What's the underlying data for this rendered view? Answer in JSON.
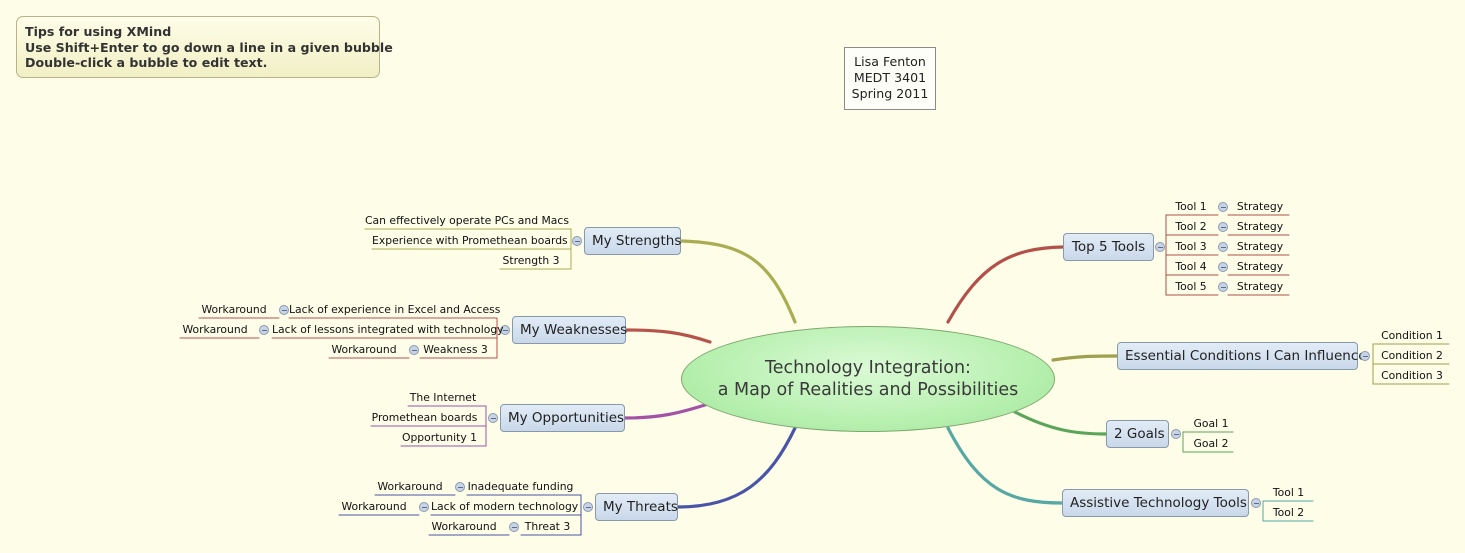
{
  "tips": {
    "line1": "Tips for using XMind",
    "line2": "Use Shift+Enter to go down a line in a given bubble",
    "line3": "Double-click a bubble to edit text."
  },
  "author": {
    "name": "Lisa Fenton",
    "course": "MEDT 3401",
    "term": "Spring 2011"
  },
  "central": {
    "line1": "Technology Integration:",
    "line2": "a Map of Realities and Possibilities"
  },
  "branches": {
    "strengths": {
      "label": "My Strengths",
      "items": [
        "Can effectively operate PCs and Macs",
        "Experience with Promethean boards",
        "Strength 3"
      ]
    },
    "weaknesses": {
      "label": "My Weaknesses",
      "items": [
        "Lack of experience in Excel and Access",
        "Lack of lessons integrated with technology",
        "Weakness 3"
      ],
      "children": [
        "Workaround",
        "Workaround",
        "Workaround"
      ]
    },
    "opportunities": {
      "label": "My Opportunities",
      "items": [
        "The Internet",
        "Promethean boards",
        "Opportunity 1"
      ]
    },
    "threats": {
      "label": "My Threats",
      "items": [
        "Inadequate funding",
        "Lack of modern technology",
        "Threat 3"
      ],
      "children": [
        "Workaround",
        "Workaround",
        "Workaround"
      ]
    },
    "tools": {
      "label": "Top 5 Tools",
      "items": [
        "Tool 1",
        "Tool 2",
        "Tool 3",
        "Tool 4",
        "Tool 5"
      ],
      "children": [
        "Strategy",
        "Strategy",
        "Strategy",
        "Strategy",
        "Strategy"
      ]
    },
    "conditions": {
      "label": "Essential Conditions I Can Influence",
      "items": [
        "Condition 1",
        "Condition 2",
        "Condition 3"
      ]
    },
    "goals": {
      "label": "2 Goals",
      "items": [
        "Goal 1",
        "Goal 2"
      ]
    },
    "assistive": {
      "label": "Assistive Technology Tools",
      "items": [
        "Tool 1",
        "Tool 2"
      ]
    }
  },
  "colors": {
    "background": "#fdfde8",
    "strengths_branch": "#a9ad52",
    "weaknesses_branch": "#b6544c",
    "opportunities_branch": "#a352a6",
    "threats_branch": "#4b55a8",
    "tools_branch": "#b3504a",
    "conditions_branch": "#9ea04e",
    "goals_branch": "#5aa55a",
    "assistive_branch": "#55a8a4"
  }
}
